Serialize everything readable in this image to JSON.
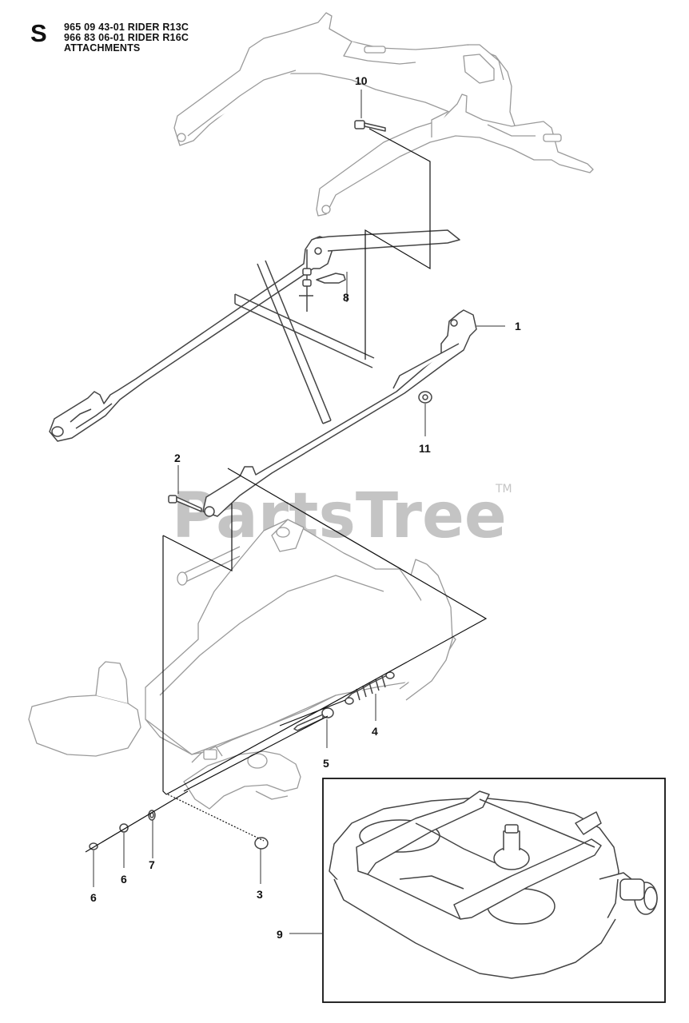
{
  "header": {
    "section_letter": "S",
    "lines": [
      "965 09 43-01 RIDER R13C",
      "966 83 06-01 RIDER R16C",
      "ATTACHMENTS"
    ]
  },
  "watermark": {
    "text": "PartsTree",
    "trademark": "TM"
  },
  "callouts": [
    "10",
    "8",
    "1",
    "11",
    "2",
    "4",
    "5",
    "6",
    "6",
    "7",
    "3",
    "9"
  ],
  "colors": {
    "line_art": "#9a9a9a",
    "ink": "#111111",
    "watermark": "#c4c4c4"
  }
}
